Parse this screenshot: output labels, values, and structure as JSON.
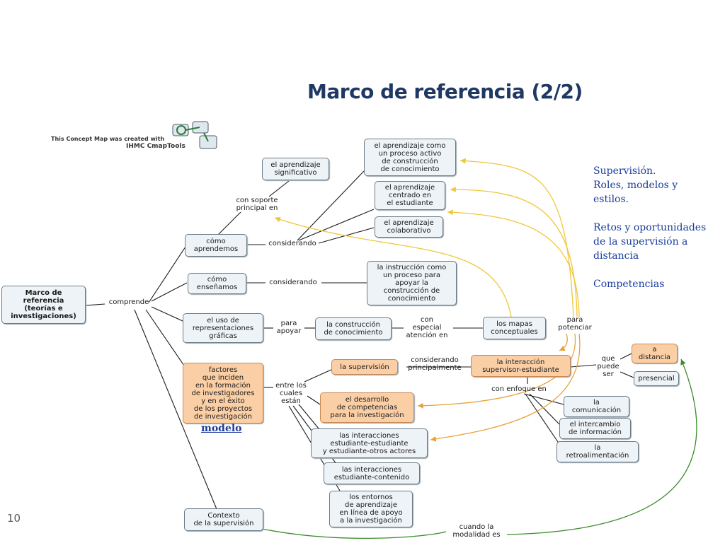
{
  "title": "Marco de referencia (2/2)",
  "page_number": "10",
  "logo": {
    "line1": "This Concept Map was created with",
    "line2": "IHMC CmapTools"
  },
  "side_text": {
    "line1": "Supervisión.",
    "line2": "Roles, modelos y",
    "line3": "estilos.",
    "line4": "Retos y oportunidades",
    "line5": "de la supervisión a",
    "line6": "distancia",
    "line7": "Competencias"
  },
  "modelo_link": "modelo",
  "colors": {
    "title": "#1f3864",
    "side_text": "#1a3c9e",
    "node_fill": "#eef3f7",
    "node_orange": "#fbcfa6",
    "yellow_link": "#f0c63a",
    "orange_link": "#e8a23a",
    "green_link": "#3c8c2c"
  },
  "nodes": {
    "marco": "Marco de\nreferencia\n(teorías e\ninvestigaciones)",
    "como_aprendemos": "cómo\naprendemos",
    "como_ensenamos": "cómo\nenseñamos",
    "uso_representaciones": "el uso de\nrepresentaciones\ngráficas",
    "factores": "factores\nque inciden\nen la formación\nde investigadores\ny en el éxito\nde los proyectos\nde investigación",
    "contexto": "Contexto\nde la supervisión",
    "significativo": "el aprendizaje\nsignificativo",
    "proceso_activo": "el aprendizaje como\nun proceso activo\nde construcción\nde conocimiento",
    "centrado": "el aprendizaje\ncentrado en\nel estudiante",
    "colaborativo": "el aprendizaje\ncolaborativo",
    "instruccion": "la instrucción como\nun proceso para\napoyar la\nconstrucción de\nconocimiento",
    "construccion": "la construcción\nde conocimiento",
    "mapas": "los mapas\nconceptuales",
    "supervision": "la supervisión",
    "interaccion_sup": "la interacción\nsupervisor-estudiante",
    "competencias": "el desarrollo\nde  competencias\npara la investigación",
    "interacciones_ee": "las interacciones\nestudiante-estudiante\ny estudiante-otros actores",
    "interacciones_ec": "las interacciones\nestudiante-contenido",
    "entornos": "los entornos\nde aprendizaje\nen línea de apoyo\na la investigación",
    "a_distancia": "a\ndistancia",
    "presencial": "presencial",
    "comunicacion": "la\ncomunicación",
    "intercambio": "el intercambio\nde información",
    "retroalimentacion": "la\nretroalimentación"
  },
  "links": {
    "comprende": "comprende",
    "con_soporte": "con soporte\nprincipal en",
    "considerando_1": "considerando",
    "considerando_2": "considerando",
    "para_apoyar": "para\napoyar",
    "con_especial": "con\nespecial\natención en",
    "para_potenciar": "para\npotenciar",
    "considerando_principalmente": "considerando\nprincipalmente",
    "entre_los": "entre los\ncuales\nestán",
    "con_enfoque": "con enfoque en",
    "que_puede": "que\npuede\nser",
    "cuando": "cuando la\nmodalidad es"
  }
}
